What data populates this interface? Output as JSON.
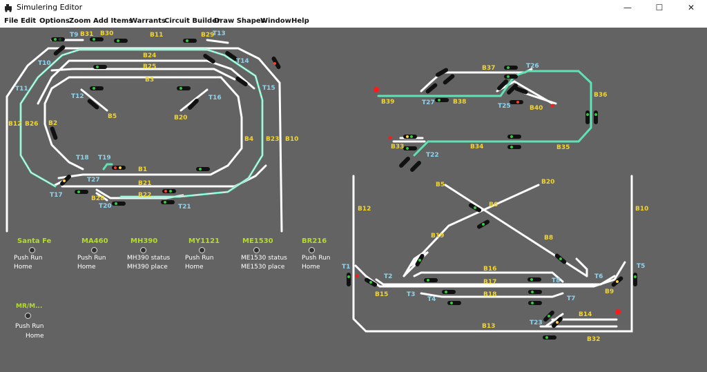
{
  "window": {
    "title": "Simulering Editor",
    "minimize": "—",
    "maximize": "☐",
    "close": "✕"
  },
  "menu": [
    "File",
    "Edit",
    "Options",
    "Zoom",
    "Add Items",
    "Warrants",
    "Circuit Builder",
    "Draw Shapes",
    "Window",
    "Help"
  ],
  "colors": {
    "background": "#636363",
    "track": "#ffffff",
    "route": "#5fe3b4",
    "block_label": "#f2d52e",
    "turnout_label": "#8fd4ee",
    "loco_label": "#b4dc2c"
  },
  "block_labels": [
    "B31",
    "B30",
    "B11",
    "B29",
    "B24",
    "B25",
    "B3",
    "B12",
    "B26",
    "B2",
    "B5",
    "B20",
    "B4",
    "B23",
    "B10",
    "B1",
    "B21",
    "B22",
    "B28",
    "B37",
    "B39",
    "B38",
    "B40",
    "B36",
    "B33",
    "B34",
    "B35",
    "B5",
    "B20",
    "B6",
    "B12",
    "B10",
    "B19",
    "B8",
    "B16",
    "B17",
    "B15",
    "B18",
    "B9",
    "B14",
    "B13",
    "B32"
  ],
  "turnout_labels": [
    "T9",
    "T13",
    "T10",
    "T14",
    "T11",
    "T15",
    "T12",
    "T16",
    "T18",
    "T19",
    "T27",
    "T17",
    "T20",
    "T21",
    "T26",
    "T27",
    "T25",
    "T22",
    "T1",
    "T5",
    "T2",
    "T8",
    "T6",
    "T3",
    "T4",
    "T7",
    "T23"
  ],
  "locos": [
    {
      "name": "Santa Fe",
      "lines": [
        "Push Run",
        "Home"
      ]
    },
    {
      "name": "MA460",
      "lines": [
        "Push Run",
        "Home"
      ]
    },
    {
      "name": "MH390",
      "lines": [
        "MH390 status",
        "MH390 place"
      ]
    },
    {
      "name": "MY1121",
      "lines": [
        "Push Run",
        "Home"
      ]
    },
    {
      "name": "ME1530",
      "lines": [
        "ME1530 status",
        "ME1530 place"
      ]
    },
    {
      "name": "BR216",
      "lines": [
        "Push Run",
        "Home"
      ]
    },
    {
      "name": "MR/M...",
      "lines": [
        "Push Run",
        "Home"
      ]
    }
  ]
}
